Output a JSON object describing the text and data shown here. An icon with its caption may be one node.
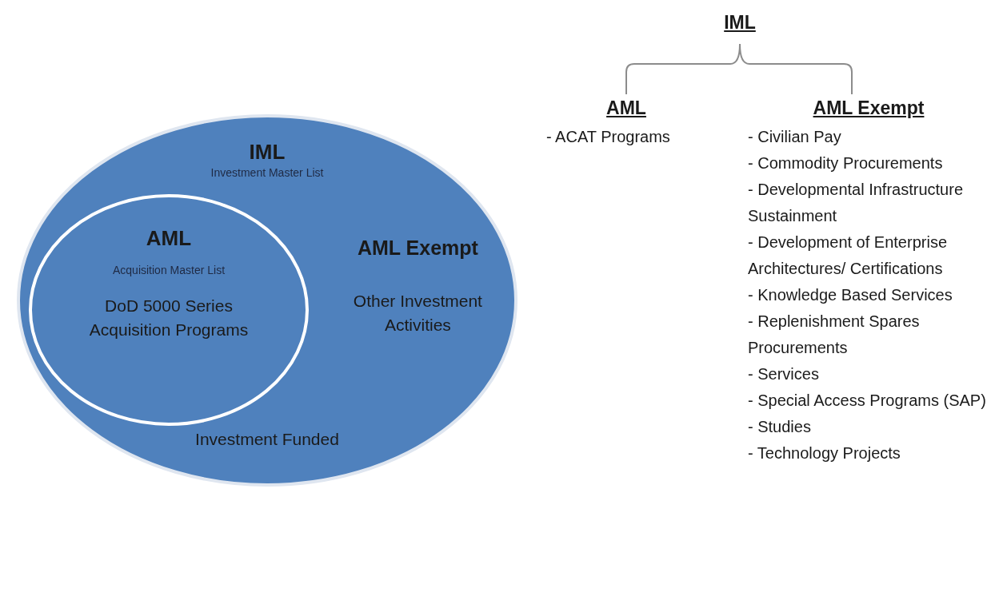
{
  "diagram": {
    "nodes": [
      {
        "text": [
          "IML",
          "Investment Master List",
          "AML Exempt",
          "Other Investment Activities",
          "Investment Funded"
        ]
      },
      {
        "text": [
          "AML",
          "Acquisition Master List",
          "DoD 5000 Series Acquisition Programs"
        ],
        "in": 0
      },
      {
        "text": [
          "IML"
        ]
      },
      {
        "text": [
          "AML",
          "- ACAT Programs"
        ]
      },
      {
        "text": [
          "AML Exempt",
          "- Civilian Pay",
          "- Commodity Procurements",
          "- Developmental Infrastructure Sustainment",
          "- Development of Enterprise Architectures/ Certifications",
          "- Knowledge Based Services",
          "- Replenishment Spares Procurements",
          "- Services",
          "- Special Access Programs (SAP)",
          "- Studies",
          "- Technology Projects"
        ]
      }
    ],
    "edges": [
      {
        "from": 2,
        "to": 3,
        "arrow": "none"
      },
      {
        "from": 2,
        "to": 4,
        "arrow": "none"
      }
    ]
  }
}
